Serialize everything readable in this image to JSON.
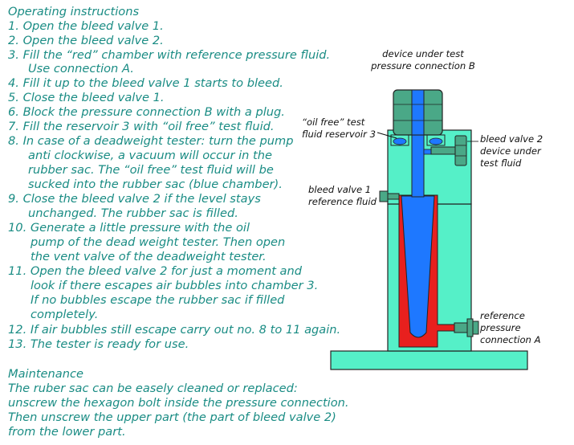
{
  "instructions": {
    "heading": "Operating instructions",
    "lines": [
      "1.  Open the bleed valve 1.",
      "2.  Open the bleed valve 2.",
      "3.  Fill the “red” chamber with reference pressure fluid.",
      "Use connection A.",
      "4.  Fill it up to the bleed valve 1 starts to bleed.",
      "5.  Close the bleed valve 1.",
      "6.  Block the pressure connection B with a plug.",
      "7.  Fill the reservoir 3 with “oil free” test fluid.",
      "8.  In case of a deadweight tester: turn the pump",
      "anti clockwise, a vacuum will occur in the",
      "rubber sac. The “oil free” test fluid will be",
      "sucked into the rubber sac (blue chamber).",
      "9.  Close the bleed valve 2 if the level stays",
      "unchanged. The rubber sac is filled.",
      "10. Generate a little pressure with the oil",
      "pump of the dead weight tester. Then open",
      "the vent valve of the deadweight tester.",
      "11. Open the bleed valve 2 for just a moment and",
      "look if there escapes air bubbles into chamber 3.",
      "If no bubbles escape the rubber sac if filled",
      "completely.",
      "12. If air bubbles still escape carry out no. 8 to 11 again.",
      "13. The tester is ready for use."
    ]
  },
  "maintenance": {
    "heading": "Maintenance",
    "lines": [
      "The ruber sac can be easely cleaned or replaced:",
      "unscrew the hexagon bolt inside the pressure connection.",
      "Then unscrew the upper part (the part of bleed valve 2)",
      "from the lower part."
    ]
  },
  "labels": {
    "connection_b": [
      "device under test",
      "pressure connection B"
    ],
    "reservoir": [
      "“oil free” test",
      "fluid reservoir 3"
    ],
    "bleed_valve_2": [
      "bleed valve 2",
      "device under",
      "test fluid"
    ],
    "bleed_valve_1": [
      "bleed valve 1",
      "reference fluid"
    ],
    "connection_a": [
      "reference",
      "pressure",
      "connection A"
    ]
  },
  "colors": {
    "text": "#1a8c84",
    "body": "#55f0c8",
    "fittings": "#4aa887",
    "reference_chamber": "#e8201e",
    "test_chamber": "#1e78ff",
    "outline": "#222222"
  }
}
